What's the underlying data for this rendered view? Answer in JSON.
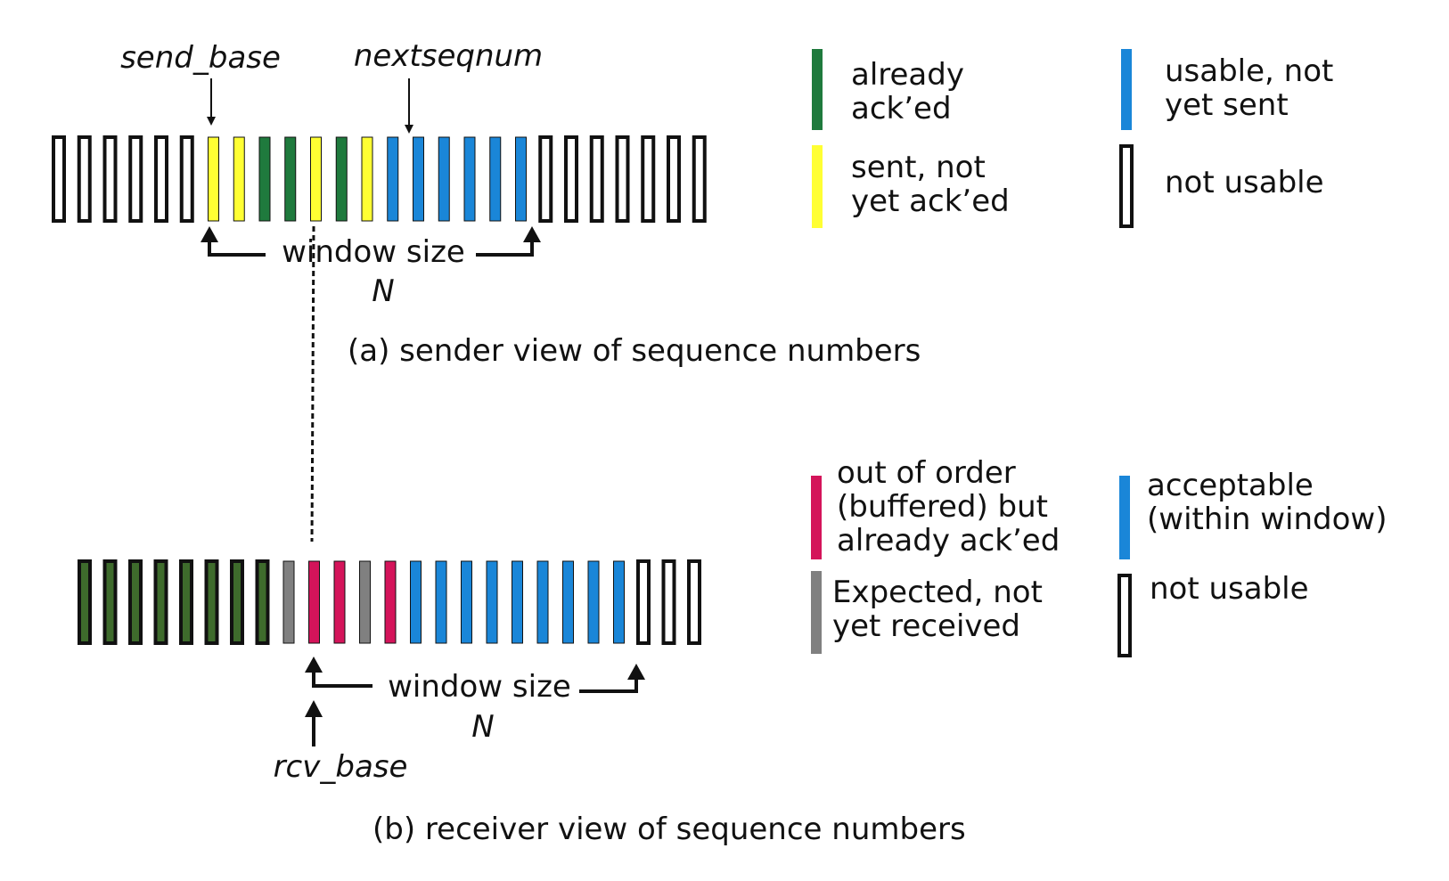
{
  "colors": {
    "green": "#1f7a3d",
    "dark_green": "#3e6b2c",
    "yellow": "#ffff33",
    "blue": "#1a86d8",
    "magenta": "#d4145a",
    "gray": "#808080",
    "outline": "#111111"
  },
  "sender": {
    "send_base_label": "send_base",
    "nextseqnum_label": "nextseqnum",
    "window_label": "window size",
    "window_n": "N",
    "caption": "(a) sender view of sequence numbers",
    "cells": [
      "empty",
      "empty",
      "empty",
      "empty",
      "empty",
      "empty",
      "yellow",
      "yellow",
      "green",
      "green",
      "yellow",
      "green",
      "yellow",
      "blue",
      "blue",
      "blue",
      "blue",
      "blue",
      "blue",
      "empty",
      "empty",
      "empty",
      "empty",
      "empty",
      "empty",
      "empty"
    ]
  },
  "receiver": {
    "rcv_base_label": "rcv_base",
    "window_label": "window size",
    "window_n": "N",
    "caption": "(b) receiver view of sequence numbers",
    "cells": [
      "dark_green",
      "dark_green",
      "dark_green",
      "dark_green",
      "dark_green",
      "dark_green",
      "dark_green",
      "dark_green",
      "gray",
      "magenta",
      "magenta",
      "gray",
      "magenta",
      "blue",
      "blue",
      "blue",
      "blue",
      "blue",
      "blue",
      "blue",
      "blue",
      "blue",
      "empty",
      "empty",
      "empty"
    ]
  },
  "legend_sender": [
    {
      "kind": "green",
      "lines": [
        "already",
        "ack’ed"
      ]
    },
    {
      "kind": "yellow",
      "lines": [
        "sent, not",
        "yet ack’ed"
      ]
    },
    {
      "kind": "blue",
      "lines": [
        "usable, not",
        "yet sent"
      ]
    },
    {
      "kind": "empty",
      "lines": [
        "not usable"
      ]
    }
  ],
  "legend_receiver": [
    {
      "kind": "magenta",
      "lines": [
        "out of order",
        "(buffered) but",
        "already ack’ed"
      ]
    },
    {
      "kind": "gray",
      "lines": [
        "Expected,  not",
        "yet received"
      ]
    },
    {
      "kind": "blue",
      "lines": [
        "acceptable",
        "(within window)"
      ]
    },
    {
      "kind": "empty",
      "lines": [
        "not usable"
      ]
    }
  ]
}
